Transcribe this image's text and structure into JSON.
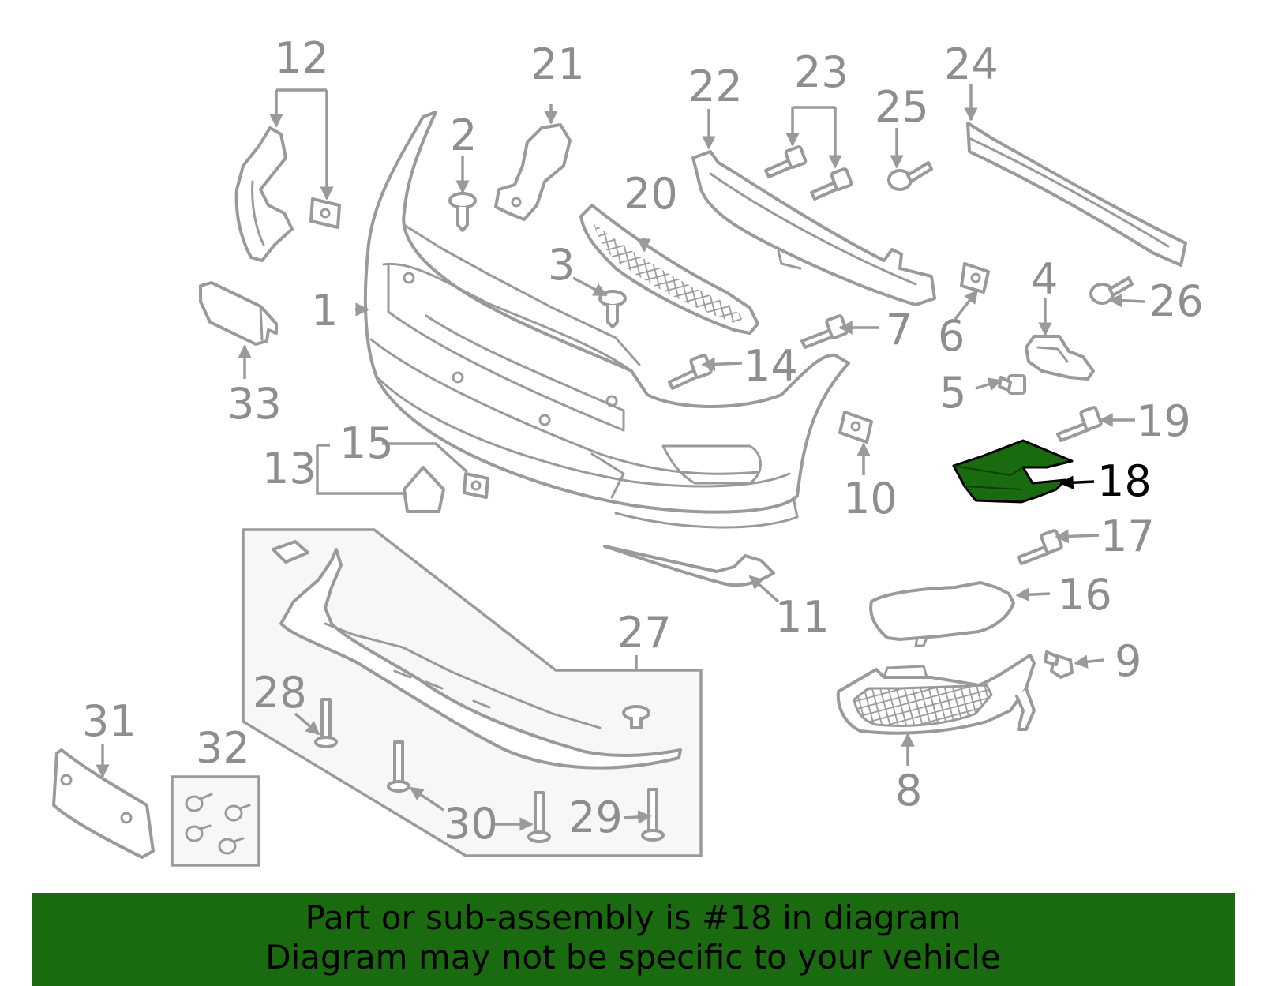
{
  "labels": {
    "n1": "1",
    "n2": "2",
    "n3": "3",
    "n4": "4",
    "n5": "5",
    "n6": "6",
    "n7": "7",
    "n8": "8",
    "n9": "9",
    "n10": "10",
    "n11": "11",
    "n12": "12",
    "n13": "13",
    "n14": "14",
    "n15": "15",
    "n16": "16",
    "n17": "17",
    "n18": "18",
    "n19": "19",
    "n20": "20",
    "n21": "21",
    "n22": "22",
    "n23": "23",
    "n24": "24",
    "n25": "25",
    "n26": "26",
    "n27": "27",
    "n28": "28",
    "n29": "29",
    "n30": "30",
    "n31": "31",
    "n32": "32",
    "n33": "33"
  },
  "highlighted_part": "18",
  "colors": {
    "highlight": "#1a6b0f",
    "line": "#9a9a9a",
    "banner": "#1a6b0f"
  },
  "banner": {
    "line1": "Part or sub-assembly is #18 in diagram",
    "line2": "Diagram may not be specific to your vehicle"
  }
}
